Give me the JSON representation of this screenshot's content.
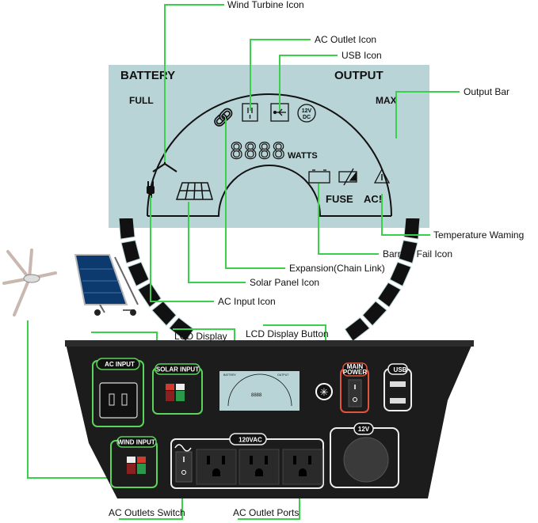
{
  "lcd": {
    "battery": "BATTERY",
    "output": "OUTPUT",
    "full": "FULL",
    "max": "MAX",
    "digits": "8888",
    "watts": "WATTS",
    "dc": "12V DC",
    "dc_top": "12V",
    "dc_bottom": "DC",
    "fuse": "FUSE",
    "ac": "AC!"
  },
  "callouts": {
    "wind_turbine_icon": "Wind Turbine Icon",
    "ac_outlet_icon": "AC Outlet Icon",
    "usb_icon": "USB Icon",
    "output_bar": "Output Bar",
    "temperature_warning": "Temperature Waming",
    "battery_fail_icon": "Barrery Fail Icon",
    "expansion": "Expansion(Chain Link)",
    "solar_panel_icon": "Solar Panel Icon",
    "ac_input_icon": "AC Input Icon",
    "lcd_display": "LCD Display",
    "lcd_display_button": "LCD Display Button",
    "ac_outlets_switch": "AC Outlets Switch",
    "ac_outlet_ports": "AC Outlet Ports"
  },
  "panel": {
    "ac_input": "AC INPUT",
    "solar_input": "SOLAR INPUT",
    "wind_input": "WIND INPUT",
    "main_power": "MAIN POWER",
    "main": "MAIN",
    "power": "POWER",
    "usb": "USB",
    "vac": "120VAC",
    "v12": "12V"
  },
  "colors": {
    "callout_line": "#3ad14a",
    "lcd_bg": "#b9d4d6",
    "panel": "#1c1c1c",
    "main_power_ring": "#e0553c"
  }
}
